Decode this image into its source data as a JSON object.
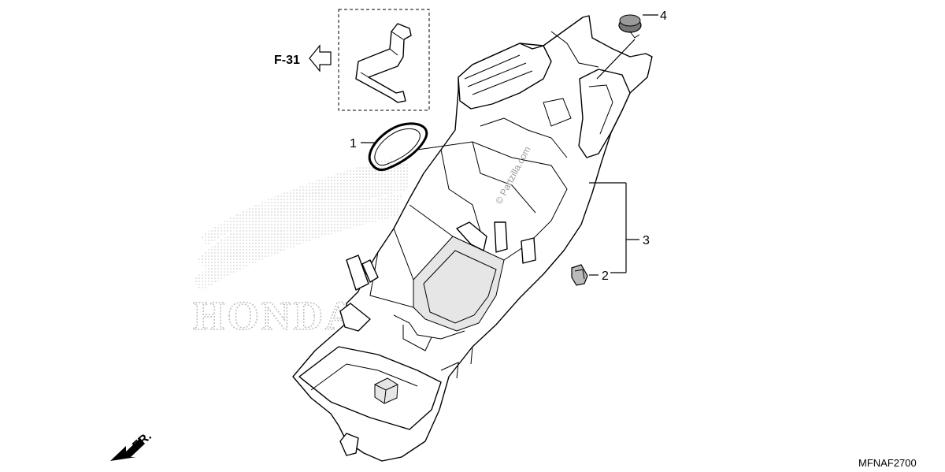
{
  "callouts": [
    {
      "id": "1",
      "label": "1"
    },
    {
      "id": "2",
      "label": "2"
    },
    {
      "id": "3",
      "label": "3"
    },
    {
      "id": "4",
      "label": "4"
    }
  ],
  "reference": {
    "label": "F-31"
  },
  "direction": {
    "label": "FR."
  },
  "diagram_code": "MFNAF2700",
  "watermark": {
    "site": "© Partzilla.com",
    "brand": "HONDA"
  }
}
